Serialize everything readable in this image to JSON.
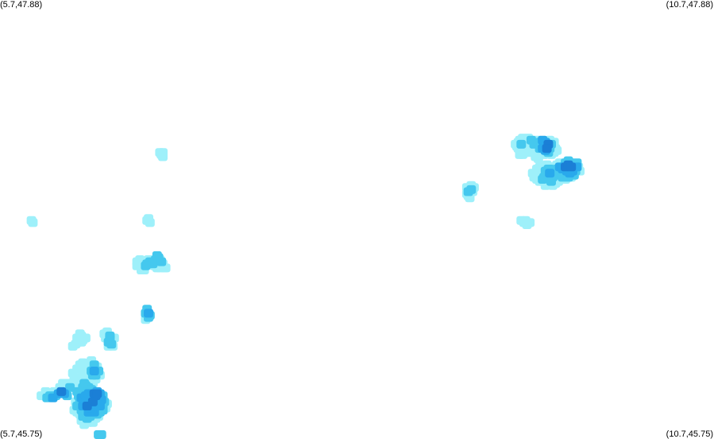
{
  "map": {
    "corners": {
      "top_left": "(5.7,47.88)",
      "top_right": "(10.7,47.88)",
      "bottom_left": "(5.7,45.75)",
      "bottom_right": "(10.7,45.75)"
    },
    "bounds": {
      "lon_min": 5.7,
      "lon_max": 10.7,
      "lat_min": 45.75,
      "lat_max": 47.88
    },
    "intensity_colors": {
      "light": "#9ef0fa",
      "medium": "#45c8ee",
      "strong": "#29a9ec",
      "heavy": "#1b7fd6"
    },
    "cells": [
      [
        5.99,
        45.96,
        1
      ],
      [
        6.01,
        45.96,
        1
      ],
      [
        6.03,
        45.95,
        2
      ],
      [
        6.05,
        45.96,
        2
      ],
      [
        6.07,
        45.95,
        3
      ],
      [
        6.09,
        45.96,
        2
      ],
      [
        6.11,
        45.97,
        3
      ],
      [
        6.13,
        45.98,
        4
      ],
      [
        6.15,
        45.97,
        3
      ],
      [
        6.17,
        45.96,
        2
      ],
      [
        6.08,
        45.98,
        1
      ],
      [
        6.12,
        46.0,
        1
      ],
      [
        6.14,
        46.02,
        1
      ],
      [
        6.17,
        46.02,
        1
      ],
      [
        6.19,
        46.0,
        2
      ],
      [
        6.22,
        46.0,
        1
      ],
      [
        6.24,
        45.98,
        2
      ],
      [
        6.25,
        46.02,
        1
      ],
      [
        6.27,
        46.05,
        1
      ],
      [
        6.29,
        46.07,
        1
      ],
      [
        6.31,
        46.09,
        1
      ],
      [
        6.32,
        46.07,
        1
      ],
      [
        6.22,
        46.04,
        1
      ],
      [
        6.21,
        46.07,
        1
      ],
      [
        6.24,
        46.09,
        1
      ],
      [
        6.26,
        46.11,
        1
      ],
      [
        6.28,
        46.12,
        1
      ],
      [
        6.3,
        46.11,
        1
      ],
      [
        6.33,
        46.1,
        1
      ],
      [
        6.34,
        46.08,
        2
      ],
      [
        6.35,
        46.06,
        2
      ],
      [
        6.36,
        46.08,
        3
      ],
      [
        6.37,
        46.06,
        2
      ],
      [
        6.39,
        46.08,
        2
      ],
      [
        6.4,
        46.06,
        1
      ],
      [
        6.38,
        46.1,
        1
      ],
      [
        6.36,
        46.11,
        2
      ],
      [
        6.34,
        46.13,
        1
      ],
      [
        6.37,
        46.04,
        1
      ],
      [
        6.35,
        46.02,
        1
      ],
      [
        6.33,
        46.03,
        1
      ],
      [
        6.31,
        46.04,
        1
      ],
      [
        6.29,
        46.02,
        2
      ],
      [
        6.28,
        46.0,
        2
      ],
      [
        6.3,
        45.98,
        1
      ],
      [
        6.32,
        45.98,
        1
      ],
      [
        6.27,
        45.97,
        1
      ],
      [
        6.3,
        46.01,
        2
      ],
      [
        6.32,
        46.0,
        2
      ],
      [
        6.34,
        46.0,
        1
      ],
      [
        6.25,
        45.96,
        2
      ],
      [
        6.27,
        45.95,
        3
      ],
      [
        6.29,
        45.94,
        3
      ],
      [
        6.31,
        45.95,
        3
      ],
      [
        6.33,
        45.96,
        3
      ],
      [
        6.35,
        45.95,
        3
      ],
      [
        6.37,
        45.96,
        4
      ],
      [
        6.39,
        45.95,
        3
      ],
      [
        6.41,
        45.94,
        3
      ],
      [
        6.43,
        45.93,
        2
      ],
      [
        6.45,
        45.92,
        1
      ],
      [
        6.44,
        45.9,
        1
      ],
      [
        6.42,
        45.89,
        2
      ],
      [
        6.4,
        45.88,
        2
      ],
      [
        6.38,
        45.87,
        2
      ],
      [
        6.36,
        45.88,
        3
      ],
      [
        6.34,
        45.89,
        3
      ],
      [
        6.32,
        45.88,
        3
      ],
      [
        6.3,
        45.87,
        2
      ],
      [
        6.28,
        45.86,
        2
      ],
      [
        6.26,
        45.87,
        1
      ],
      [
        6.24,
        45.88,
        1
      ],
      [
        6.22,
        45.89,
        1
      ],
      [
        6.24,
        45.91,
        2
      ],
      [
        6.26,
        45.92,
        2
      ],
      [
        6.28,
        45.91,
        3
      ],
      [
        6.3,
        45.92,
        3
      ],
      [
        6.32,
        45.93,
        3
      ],
      [
        6.34,
        45.92,
        3
      ],
      [
        6.36,
        45.91,
        3
      ],
      [
        6.38,
        45.92,
        3
      ],
      [
        6.4,
        45.91,
        3
      ],
      [
        6.42,
        45.9,
        2
      ],
      [
        6.26,
        45.94,
        2
      ],
      [
        6.28,
        45.95,
        3
      ],
      [
        6.3,
        45.96,
        3
      ],
      [
        6.32,
        45.97,
        3
      ],
      [
        6.34,
        45.96,
        3
      ],
      [
        6.36,
        45.97,
        4
      ],
      [
        6.38,
        45.98,
        3
      ],
      [
        6.4,
        45.97,
        3
      ],
      [
        6.42,
        45.96,
        2
      ],
      [
        6.35,
        45.93,
        4
      ],
      [
        6.33,
        45.9,
        3
      ],
      [
        6.31,
        45.91,
        4
      ],
      [
        6.29,
        45.89,
        2
      ],
      [
        6.27,
        45.89,
        2
      ],
      [
        6.25,
        45.9,
        1
      ],
      [
        6.23,
        45.93,
        1
      ],
      [
        6.27,
        45.84,
        1
      ],
      [
        6.29,
        45.84,
        1
      ],
      [
        6.31,
        45.85,
        2
      ],
      [
        6.33,
        45.86,
        2
      ],
      [
        6.35,
        45.85,
        1
      ],
      [
        6.37,
        45.85,
        1
      ],
      [
        6.39,
        45.86,
        1
      ],
      [
        6.29,
        45.82,
        1
      ],
      [
        6.32,
        45.83,
        1
      ],
      [
        6.35,
        45.83,
        1
      ],
      [
        6.38,
        45.97,
        4
      ],
      [
        6.34,
        45.99,
        2
      ],
      [
        6.26,
        45.98,
        2
      ],
      [
        6.24,
        46.0,
        1
      ],
      [
        6.39,
        45.76,
        2
      ],
      [
        6.41,
        45.76,
        2
      ],
      [
        6.21,
        46.2,
        1
      ],
      [
        6.23,
        46.21,
        1
      ],
      [
        6.25,
        46.22,
        1
      ],
      [
        6.27,
        46.22,
        1
      ],
      [
        6.28,
        46.23,
        1
      ],
      [
        6.3,
        46.24,
        1
      ],
      [
        6.27,
        46.25,
        1
      ],
      [
        6.26,
        46.26,
        1
      ],
      [
        6.24,
        46.24,
        1
      ],
      [
        6.46,
        46.22,
        2
      ],
      [
        6.48,
        46.21,
        2
      ],
      [
        6.46,
        46.2,
        1
      ],
      [
        6.48,
        46.23,
        1
      ],
      [
        6.47,
        46.24,
        2
      ],
      [
        6.44,
        46.24,
        1
      ],
      [
        6.43,
        46.26,
        1
      ],
      [
        6.45,
        46.27,
        1
      ],
      [
        6.47,
        46.25,
        2
      ],
      [
        6.5,
        46.24,
        1
      ],
      [
        6.49,
        46.2,
        1
      ],
      [
        6.27,
        45.97,
        2
      ],
      [
        6.05,
        45.97,
        1
      ],
      [
        6.02,
        45.98,
        1
      ],
      [
        6.73,
        46.38,
        2
      ],
      [
        6.74,
        46.36,
        3
      ],
      [
        6.72,
        46.36,
        2
      ],
      [
        6.74,
        46.34,
        2
      ],
      [
        6.75,
        46.35,
        2
      ],
      [
        6.72,
        46.33,
        1
      ],
      [
        6.66,
        46.59,
        1
      ],
      [
        6.68,
        46.6,
        1
      ],
      [
        6.7,
        46.6,
        1
      ],
      [
        6.72,
        46.61,
        1
      ],
      [
        6.73,
        46.6,
        2
      ],
      [
        6.75,
        46.61,
        2
      ],
      [
        6.77,
        46.6,
        2
      ],
      [
        6.79,
        46.62,
        2
      ],
      [
        6.81,
        46.63,
        2
      ],
      [
        6.83,
        46.61,
        2
      ],
      [
        6.81,
        46.59,
        1
      ],
      [
        6.84,
        46.6,
        1
      ],
      [
        6.82,
        46.62,
        1
      ],
      [
        6.8,
        46.64,
        2
      ],
      [
        6.82,
        46.58,
        1
      ],
      [
        6.85,
        46.58,
        1
      ],
      [
        6.86,
        46.58,
        1
      ],
      [
        6.68,
        46.62,
        1
      ],
      [
        6.66,
        46.61,
        1
      ],
      [
        6.69,
        46.57,
        1
      ],
      [
        6.71,
        46.57,
        1
      ],
      [
        6.72,
        46.59,
        2
      ],
      [
        6.74,
        46.62,
        1
      ],
      [
        6.78,
        46.59,
        1
      ],
      [
        6.8,
        46.58,
        1
      ],
      [
        6.73,
        46.81,
        1
      ],
      [
        6.75,
        46.8,
        1
      ],
      [
        6.74,
        46.82,
        1
      ],
      [
        6.83,
        47.13,
        1
      ],
      [
        6.84,
        47.12,
        1
      ],
      [
        6.82,
        47.14,
        1
      ],
      [
        6.84,
        47.14,
        1
      ],
      [
        5.92,
        46.81,
        1
      ],
      [
        5.93,
        46.8,
        1
      ],
      [
        8.97,
        46.97,
        1
      ],
      [
        8.98,
        46.95,
        2
      ],
      [
        8.99,
        46.97,
        1
      ],
      [
        9.0,
        46.96,
        2
      ],
      [
        9.01,
        46.95,
        1
      ],
      [
        8.98,
        46.93,
        1
      ],
      [
        8.97,
        46.94,
        1
      ],
      [
        9.0,
        46.98,
        1
      ],
      [
        9.02,
        46.97,
        1
      ],
      [
        8.99,
        46.92,
        1
      ],
      [
        9.31,
        47.18,
        1
      ],
      [
        9.33,
        47.19,
        1
      ],
      [
        9.32,
        47.17,
        1
      ],
      [
        9.35,
        47.18,
        2
      ],
      [
        9.34,
        47.2,
        1
      ],
      [
        9.36,
        47.21,
        1
      ],
      [
        9.37,
        47.19,
        1
      ],
      [
        9.38,
        47.17,
        1
      ],
      [
        9.39,
        47.19,
        1
      ],
      [
        9.33,
        47.16,
        1
      ],
      [
        9.35,
        47.15,
        1
      ],
      [
        9.37,
        47.15,
        1
      ],
      [
        9.34,
        47.13,
        1
      ],
      [
        9.36,
        47.13,
        1
      ],
      [
        9.4,
        47.21,
        1
      ],
      [
        9.42,
        47.2,
        2
      ],
      [
        9.41,
        47.18,
        1
      ],
      [
        9.44,
        47.18,
        2
      ],
      [
        9.46,
        47.17,
        1
      ],
      [
        9.44,
        47.16,
        1
      ],
      [
        9.42,
        47.16,
        1
      ],
      [
        9.43,
        47.14,
        1
      ],
      [
        9.45,
        47.13,
        1
      ],
      [
        9.4,
        47.14,
        1
      ],
      [
        9.38,
        47.14,
        1
      ],
      [
        9.46,
        47.2,
        1
      ],
      [
        9.48,
        47.19,
        2
      ],
      [
        9.5,
        47.2,
        3
      ],
      [
        9.52,
        47.19,
        3
      ],
      [
        9.54,
        47.18,
        4
      ],
      [
        9.53,
        47.16,
        4
      ],
      [
        9.51,
        47.17,
        3
      ],
      [
        9.49,
        47.18,
        2
      ],
      [
        9.5,
        47.16,
        3
      ],
      [
        9.52,
        47.15,
        3
      ],
      [
        9.48,
        47.16,
        2
      ],
      [
        9.47,
        47.15,
        1
      ],
      [
        9.55,
        47.16,
        2
      ],
      [
        9.57,
        47.15,
        1
      ],
      [
        9.58,
        47.17,
        1
      ],
      [
        9.56,
        47.18,
        2
      ],
      [
        9.58,
        47.19,
        1
      ],
      [
        9.55,
        47.2,
        1
      ],
      [
        9.54,
        47.14,
        2
      ],
      [
        9.56,
        47.13,
        1
      ],
      [
        9.58,
        47.14,
        1
      ],
      [
        9.6,
        47.15,
        1
      ],
      [
        9.59,
        47.16,
        1
      ],
      [
        9.49,
        47.14,
        1
      ],
      [
        9.51,
        47.13,
        1
      ],
      [
        9.45,
        47.12,
        1
      ],
      [
        9.47,
        47.11,
        1
      ],
      [
        9.46,
        47.06,
        1
      ],
      [
        9.48,
        47.07,
        1
      ],
      [
        9.5,
        47.06,
        1
      ],
      [
        9.52,
        47.05,
        2
      ],
      [
        9.54,
        47.06,
        2
      ],
      [
        9.55,
        47.04,
        3
      ],
      [
        9.53,
        47.03,
        2
      ],
      [
        9.51,
        47.02,
        2
      ],
      [
        9.49,
        47.03,
        1
      ],
      [
        9.47,
        47.04,
        1
      ],
      [
        9.45,
        47.03,
        1
      ],
      [
        9.43,
        47.04,
        1
      ],
      [
        9.44,
        47.02,
        1
      ],
      [
        9.46,
        47.01,
        1
      ],
      [
        9.48,
        47.0,
        1
      ],
      [
        9.5,
        47.01,
        2
      ],
      [
        9.52,
        47.0,
        1
      ],
      [
        9.54,
        46.99,
        1
      ],
      [
        9.56,
        47.0,
        2
      ],
      [
        9.57,
        47.02,
        2
      ],
      [
        9.59,
        47.03,
        2
      ],
      [
        9.58,
        47.05,
        2
      ],
      [
        9.6,
        47.06,
        2
      ],
      [
        9.62,
        47.07,
        3
      ],
      [
        9.64,
        47.06,
        3
      ],
      [
        9.66,
        47.07,
        4
      ],
      [
        9.68,
        47.08,
        4
      ],
      [
        9.7,
        47.07,
        4
      ],
      [
        9.71,
        47.05,
        3
      ],
      [
        9.69,
        47.04,
        3
      ],
      [
        9.67,
        47.05,
        3
      ],
      [
        9.65,
        47.04,
        2
      ],
      [
        9.63,
        47.05,
        2
      ],
      [
        9.61,
        47.04,
        2
      ],
      [
        9.62,
        47.02,
        1
      ],
      [
        9.64,
        47.02,
        2
      ],
      [
        9.66,
        47.01,
        1
      ],
      [
        9.68,
        47.02,
        2
      ],
      [
        9.7,
        47.02,
        1
      ],
      [
        9.72,
        47.03,
        2
      ],
      [
        9.73,
        47.05,
        2
      ],
      [
        9.74,
        47.07,
        3
      ],
      [
        9.72,
        47.08,
        2
      ],
      [
        9.7,
        47.09,
        2
      ],
      [
        9.68,
        47.1,
        2
      ],
      [
        9.66,
        47.09,
        2
      ],
      [
        9.64,
        47.08,
        1
      ],
      [
        9.62,
        47.09,
        1
      ],
      [
        9.6,
        47.08,
        1
      ],
      [
        9.58,
        47.07,
        1
      ],
      [
        9.56,
        47.07,
        1
      ],
      [
        9.55,
        47.06,
        2
      ],
      [
        9.74,
        47.09,
        2
      ],
      [
        9.75,
        47.07,
        1
      ],
      [
        9.76,
        47.05,
        1
      ],
      [
        9.61,
        47.0,
        1
      ],
      [
        9.59,
        46.99,
        1
      ],
      [
        9.57,
        46.98,
        1
      ],
      [
        9.52,
        46.98,
        1
      ],
      [
        9.53,
        47.08,
        1
      ],
      [
        9.35,
        46.81,
        1
      ],
      [
        9.37,
        46.8,
        1
      ],
      [
        9.39,
        46.79,
        1
      ],
      [
        9.41,
        46.8,
        1
      ],
      [
        9.38,
        46.81,
        1
      ]
    ]
  }
}
